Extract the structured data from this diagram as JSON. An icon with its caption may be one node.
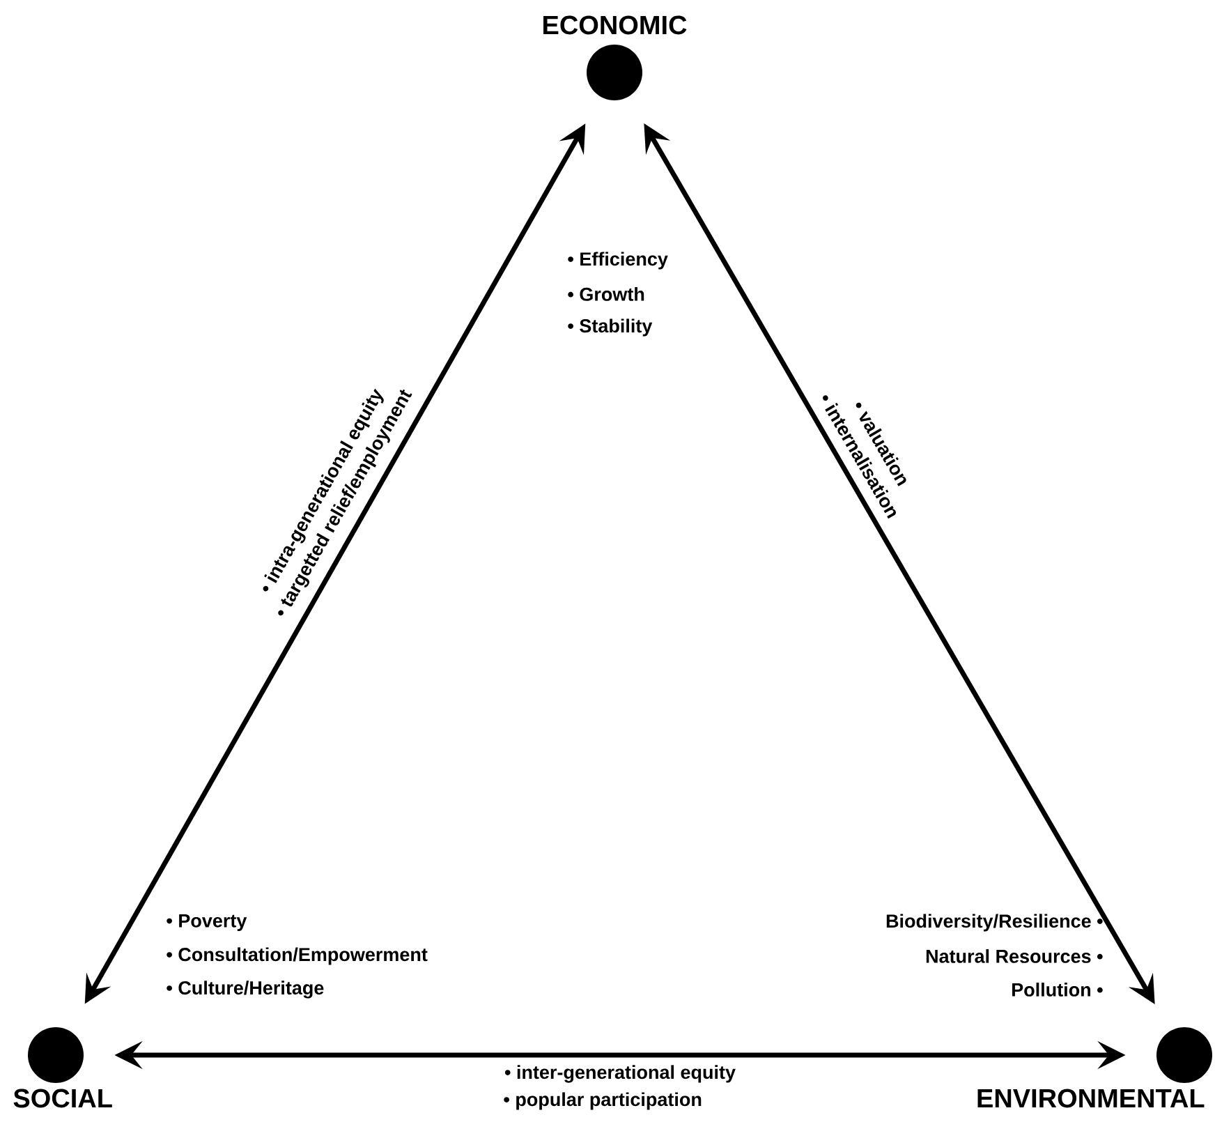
{
  "diagram": {
    "nodes": [
      {
        "text": [
          "ECONOMIC"
        ]
      },
      {
        "text": [
          "SOCIAL"
        ]
      },
      {
        "text": [
          "ENVIRONMENTAL"
        ]
      }
    ],
    "edges": [
      {
        "from": 0,
        "to": 1,
        "arrow": "both",
        "label": "• intra-generational equity"
      },
      {
        "from": 0,
        "to": 2,
        "arrow": "both",
        "label": "• valuation"
      },
      {
        "from": 1,
        "to": 2,
        "arrow": "both",
        "label": "• inter-generational equity"
      }
    ],
    "labels": [
      "• Efficiency",
      "• Growth",
      "• Stability",
      "• targetted relief/employment",
      "• internalisation",
      "• Poverty",
      "• Consultation/Empowerment",
      "• Culture/Heritage",
      "Biodiversity/Resilience •",
      "Natural Resources •",
      "Pollution •",
      "• popular participation"
    ]
  }
}
